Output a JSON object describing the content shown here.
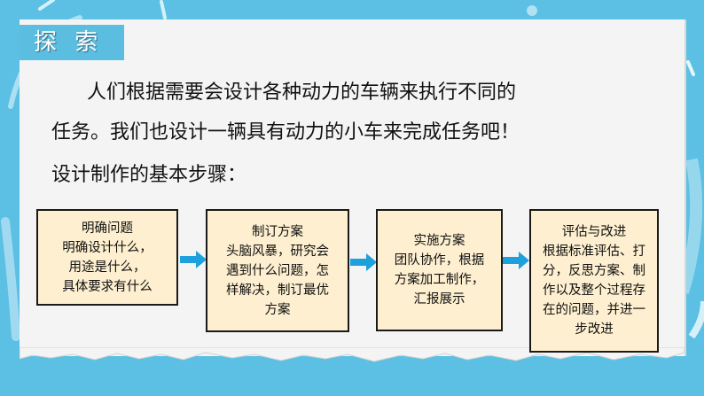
{
  "slide": {
    "title": "探 索",
    "intro_line1": "人们根据需要会设计各种动力的车辆来执行不同的",
    "intro_line2": "任务。我们也设计一辆具有动力的小车来完成任务吧！",
    "steps_heading": "设计制作的基本步骤："
  },
  "colors": {
    "background": "#5bc0e3",
    "paper": "#f4f4f4",
    "title_tab": "#5bbde0",
    "box_fill": "#fdefcf",
    "box_border": "#1a1a1a",
    "arrow": "#1da1dc"
  },
  "steps": [
    {
      "title": "明确问题",
      "lines": [
        "明确设计什么，",
        "用途是什么，",
        "具体要求有什么"
      ]
    },
    {
      "title": "制订方案",
      "lines": [
        "头脑风暴，研究会",
        "遇到什么问题，怎",
        "样解决，制订最优",
        "方案"
      ]
    },
    {
      "title": "实施方案",
      "lines": [
        "团队协作，根据",
        "方案加工制作，",
        "汇报展示"
      ]
    },
    {
      "title": "评估与改进",
      "lines": [
        "根据标准评估、打",
        "分，反思方案、制",
        "作以及整个过程存",
        "在的问题，并进一",
        "步改进"
      ]
    }
  ]
}
